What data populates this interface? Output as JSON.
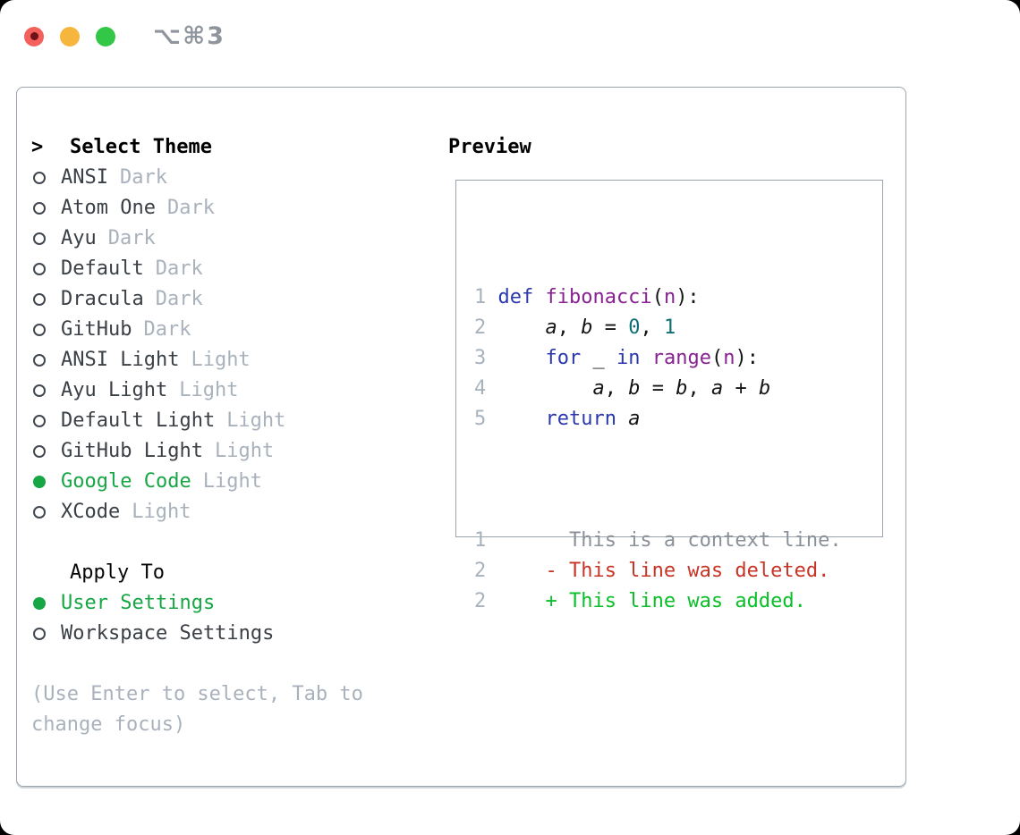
{
  "titlebar": {
    "title": "⌥⌘3"
  },
  "icons": {
    "close-icon": "red-circle-with-unsaved-dot",
    "minimize-icon": "yellow-circle",
    "zoom-icon": "green-circle",
    "selected-radio-icon": "filled-green-circle",
    "unselected-radio-icon": "outline-circle",
    "cursor-icon": ">"
  },
  "theme_picker": {
    "title": "Select Theme",
    "items": [
      {
        "name": "ANSI",
        "variant": "Dark",
        "selected": false
      },
      {
        "name": "Atom One",
        "variant": "Dark",
        "selected": false
      },
      {
        "name": "Ayu",
        "variant": "Dark",
        "selected": false
      },
      {
        "name": "Default",
        "variant": "Dark",
        "selected": false
      },
      {
        "name": "Dracula",
        "variant": "Dark",
        "selected": false
      },
      {
        "name": "GitHub",
        "variant": "Dark",
        "selected": false
      },
      {
        "name": "ANSI Light",
        "variant": "Light",
        "selected": false
      },
      {
        "name": "Ayu Light",
        "variant": "Light",
        "selected": false
      },
      {
        "name": "Default Light",
        "variant": "Light",
        "selected": false
      },
      {
        "name": "GitHub Light",
        "variant": "Light",
        "selected": false
      },
      {
        "name": "Google Code",
        "variant": "Light",
        "selected": true
      },
      {
        "name": "XCode",
        "variant": "Light",
        "selected": false
      }
    ]
  },
  "apply_to": {
    "title": "Apply To",
    "items": [
      {
        "name": "User Settings",
        "selected": true
      },
      {
        "name": "Workspace Settings",
        "selected": false
      }
    ]
  },
  "help_text": "(Use Enter to select, Tab to change focus)",
  "preview": {
    "title": "Preview",
    "code_lines": [
      {
        "num": "1",
        "segments": [
          [
            "def ",
            "kw"
          ],
          [
            "fibonacci",
            "fn"
          ],
          [
            "(",
            "pl"
          ],
          [
            "n",
            "fn"
          ],
          [
            "):",
            "pl"
          ]
        ]
      },
      {
        "num": "2",
        "segments": [
          [
            "    ",
            "pl"
          ],
          [
            "a",
            "var"
          ],
          [
            ", ",
            "pl"
          ],
          [
            "b",
            "var"
          ],
          [
            " = ",
            "pl"
          ],
          [
            "0",
            "num"
          ],
          [
            ", ",
            "pl"
          ],
          [
            "1",
            "num"
          ]
        ]
      },
      {
        "num": "3",
        "segments": [
          [
            "    ",
            "pl"
          ],
          [
            "for",
            "kw"
          ],
          [
            " _ ",
            "pl"
          ],
          [
            "in",
            "kw"
          ],
          [
            " ",
            "pl"
          ],
          [
            "range",
            "fn"
          ],
          [
            "(",
            "pl"
          ],
          [
            "n",
            "fn"
          ],
          [
            "):",
            "pl"
          ]
        ]
      },
      {
        "num": "4",
        "segments": [
          [
            "        ",
            "pl"
          ],
          [
            "a",
            "var"
          ],
          [
            ", ",
            "pl"
          ],
          [
            "b",
            "var"
          ],
          [
            " = ",
            "pl"
          ],
          [
            "b",
            "var"
          ],
          [
            ", ",
            "pl"
          ],
          [
            "a",
            "var"
          ],
          [
            " + ",
            "pl"
          ],
          [
            "b",
            "var"
          ]
        ]
      },
      {
        "num": "5",
        "segments": [
          [
            "    ",
            "pl"
          ],
          [
            "return",
            "kw"
          ],
          [
            " ",
            "pl"
          ],
          [
            "a",
            "var"
          ]
        ]
      }
    ],
    "diff_lines": [
      {
        "num": "1",
        "kind": "context",
        "text": "      This is a context line."
      },
      {
        "num": "2",
        "kind": "deleted",
        "text": "    - This line was deleted."
      },
      {
        "num": "2",
        "kind": "added",
        "text": "    + This line was added."
      }
    ]
  },
  "colors": {
    "accent_green": "#17a644",
    "diff_added": "#0abf28",
    "diff_deleted": "#c73425",
    "diff_context": "#8a9199",
    "syntax_keyword": "#2b38ad",
    "syntax_function": "#882191",
    "syntax_number": "#0e6f74",
    "line_number": "#a8b2bd",
    "traffic_red": "#f4615c",
    "traffic_yellow": "#f6b53c",
    "traffic_green": "#33c748"
  }
}
